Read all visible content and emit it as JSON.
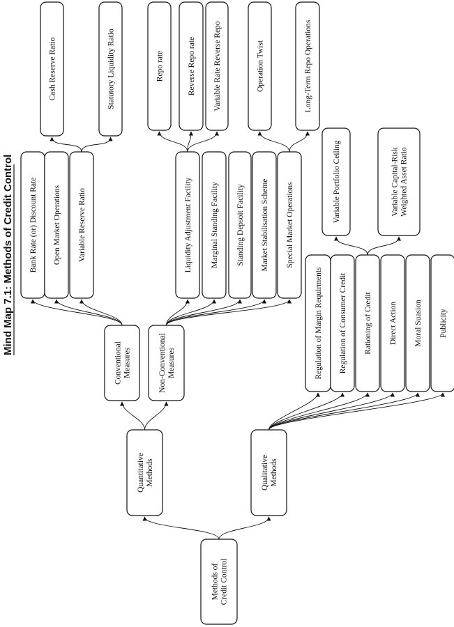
{
  "title": "Mind Map 7.1:  Methods of Credit Control",
  "nodes": {
    "root": [
      "Methods of",
      "Credit Control"
    ],
    "quantitative": [
      "Quantitative",
      "Methods"
    ],
    "qualitative": [
      "Qualitative",
      "Methods"
    ],
    "conventional": [
      "Conventional",
      "Measures"
    ],
    "non_conventional": [
      "Non-Conventional",
      "Measures"
    ],
    "bank_rate": [
      "Bank Rate (or) Discount Rate"
    ],
    "open_market": [
      "Open Market Operations"
    ],
    "variable_reserve": [
      "Variable Reserve Ratio"
    ],
    "cash_reserve": [
      "Cash Reserve Ratio"
    ],
    "slr": [
      "Statutory Liquidity Ratio"
    ],
    "laf": [
      "Liquidity Adjustment Facility"
    ],
    "msf": [
      "Marginal Standing Facility"
    ],
    "sdf": [
      "Standing Depsoit Facility"
    ],
    "mss": [
      "Market Stabilisation Scheme"
    ],
    "smo": [
      "Special Market Operations"
    ],
    "repo": [
      "Repo rate"
    ],
    "reverse_repo": [
      "Reverse Repo rate"
    ],
    "vrrr": [
      "Variable Rate Reverse Repo"
    ],
    "twist": [
      "Operation Twist"
    ],
    "ltro": [
      "Long-Term Repo Operations"
    ],
    "margin": [
      "Regulation of Margin Requirments"
    ],
    "consumer_credit": [
      "Regulation of Consumer Credit"
    ],
    "rationing": [
      "Rationing of Credit"
    ],
    "direct_action": [
      "Direct Action"
    ],
    "moral_suasion": [
      "Moral Suasion"
    ],
    "publicity": [
      "Publicity"
    ],
    "portfolio_ceiling": [
      "Variable Portfolio Ceiling"
    ],
    "capital_risk": [
      "Variable Capital-Risk",
      "Weighted Asset Ratio"
    ]
  }
}
